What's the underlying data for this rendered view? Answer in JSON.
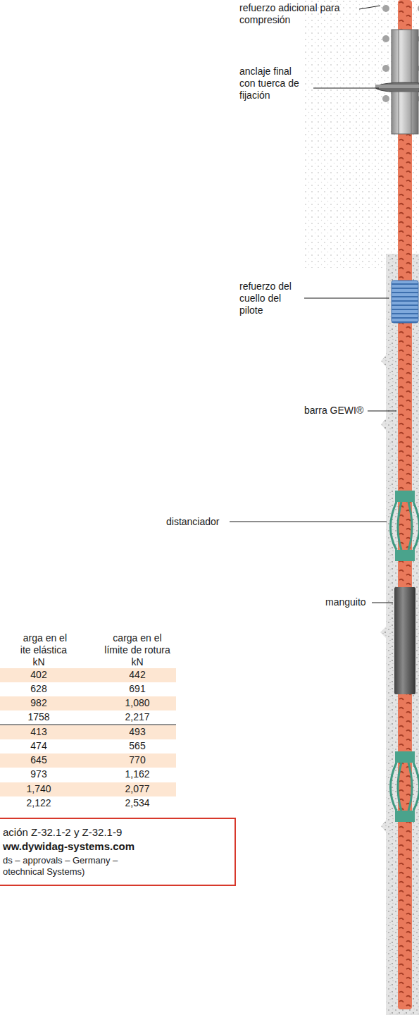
{
  "diagram": {
    "nodes": [
      {
        "text": [
          "ación Z-32.1-2 y Z-32.1-9",
          "ww.dywidag-systems.com",
          "ds – approvals – Germany – otechnical Systems)"
        ]
      }
    ],
    "labels": [
      "refuerzo adicional para compresión",
      "anclaje final con tuerca de fijación",
      "refuerzo del cuello del pilote",
      "barra GEWI®",
      "distanciador",
      "manguito",
      "arga en el",
      "ite elástica",
      "carga en el",
      "límite de rotura",
      "kN",
      "kN",
      "402",
      "442",
      "628",
      "691",
      "982",
      "1,080",
      "1758",
      "2,217",
      "413",
      "493",
      "474",
      "565",
      "645",
      "770",
      "973",
      "1,162",
      "1,740",
      "2,077",
      "2,122",
      "2,534"
    ]
  }
}
